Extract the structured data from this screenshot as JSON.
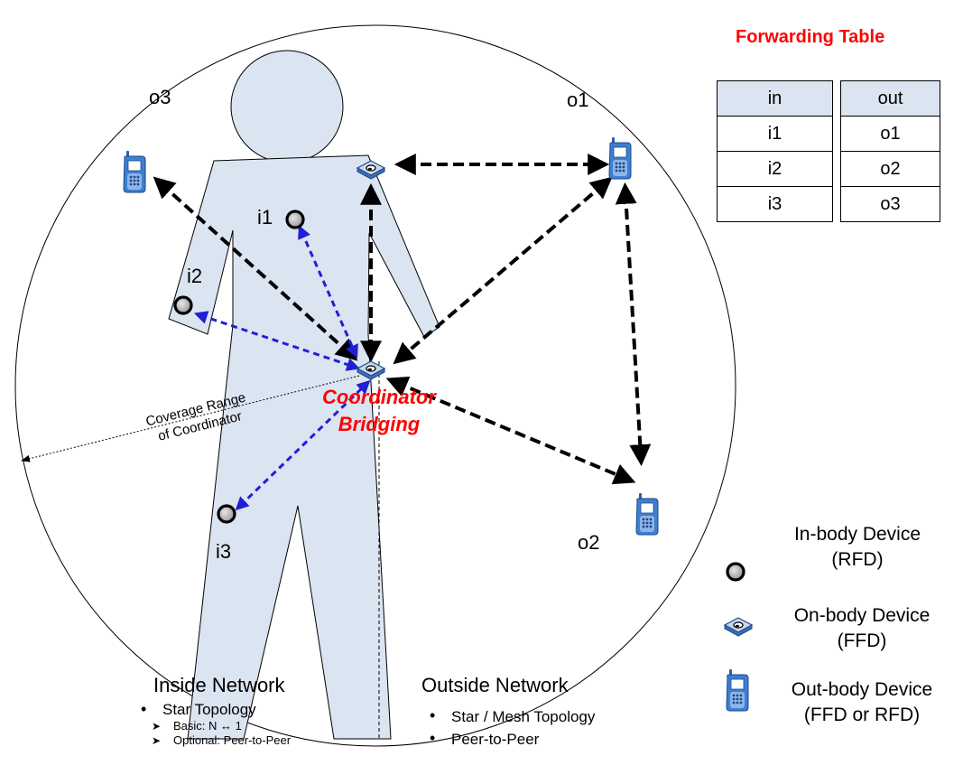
{
  "nodes": {
    "o1": "o1",
    "o2": "o2",
    "o3": "o3",
    "i1": "i1",
    "i2": "i2",
    "i3": "i3"
  },
  "coordinator": {
    "line1": "Coordinator",
    "line2": "Bridging"
  },
  "coverage": {
    "line1": "Coverage Range",
    "line2": "of Coordinator"
  },
  "forwarding_table": {
    "title": "Forwarding Table",
    "headers": [
      "in",
      "out"
    ],
    "rows": [
      [
        "i1",
        "o1"
      ],
      [
        "i2",
        "o2"
      ],
      [
        "i3",
        "o3"
      ]
    ]
  },
  "inside_network": {
    "title": "Inside Network",
    "bullet": "Star Topology",
    "sub_items": [
      "Basic: N ↔ 1",
      "Optional: Peer-to-Peer"
    ]
  },
  "outside_network": {
    "title": "Outside Network",
    "bullets": [
      "Star / Mesh Topology",
      "Peer-to-Peer"
    ]
  },
  "legend": {
    "in_body": {
      "line1": "In-body Device",
      "line2": "(RFD)",
      "icon": "in-body-device-icon"
    },
    "on_body": {
      "line1": "On-body Device",
      "line2": "(FFD)",
      "icon": "on-body-device-icon"
    },
    "out_body": {
      "line1": "Out-body Device",
      "line2": "(FFD or RFD)",
      "icon": "phone-icon"
    }
  },
  "colors": {
    "body_fill": "#dbe4f1",
    "out_link": "#000000",
    "in_link": "#1f1fd6",
    "accent_red": "#ff0000"
  }
}
